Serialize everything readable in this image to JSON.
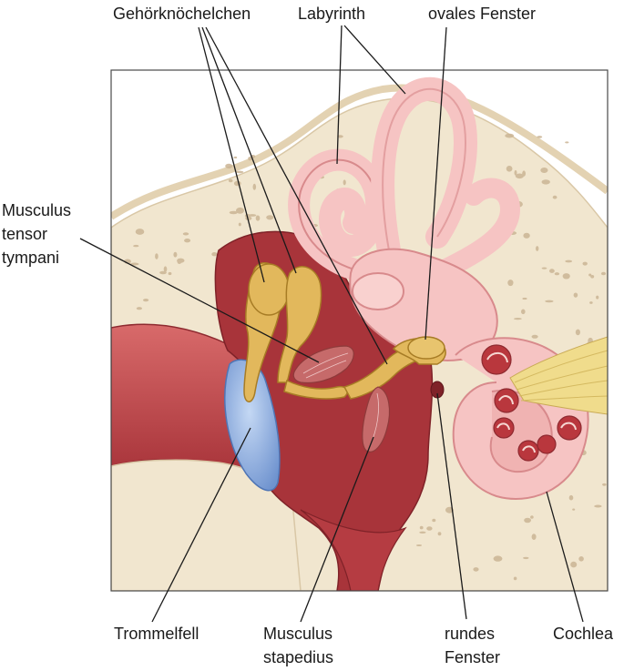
{
  "labels": {
    "ossicles": "Gehörknöchelchen",
    "labyrinth": "Labyrinth",
    "oval_window": "ovales Fenster",
    "tensor_tympani": [
      "Musculus",
      "tensor",
      "tympani"
    ],
    "eardrum": "Trommelfell",
    "stapedius": [
      "Musculus",
      "stapedius"
    ],
    "round_window": [
      "rundes",
      "Fenster"
    ],
    "cochlea": "Cochlea"
  },
  "colors": {
    "bone": "#f1e6cf",
    "bone_pores": "#cbb595",
    "cavity": "#a8343a",
    "canal": "#c24a4d",
    "labyrinth": "#f6c4c3",
    "labyrinth_edge": "#d88a8c",
    "ossicles": "#e2b85c",
    "ossicles_edge": "#a77c25",
    "eardrum": "#8aaee0",
    "nerve": "#f0dc8c",
    "muscle": "#c66a6a"
  }
}
